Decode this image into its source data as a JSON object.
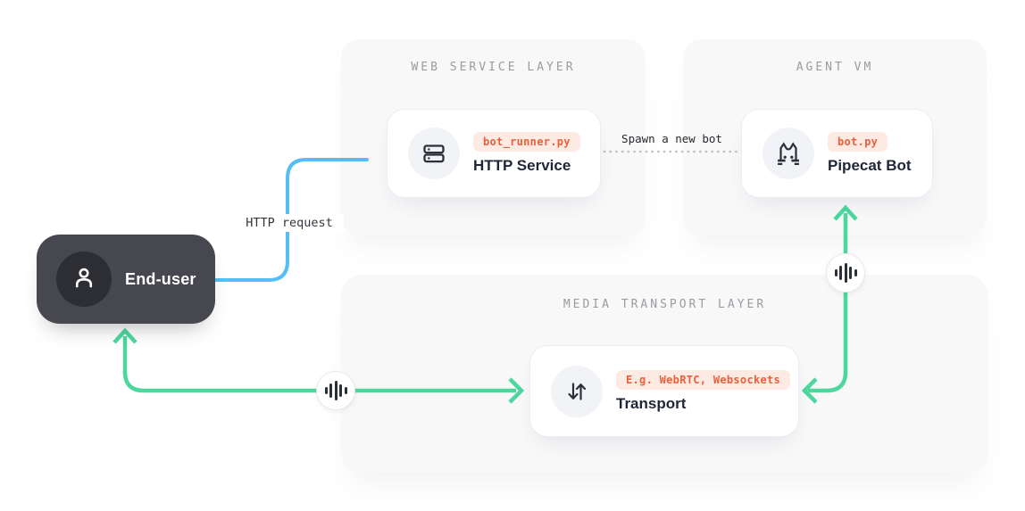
{
  "colors": {
    "accent_blue": "#56bef7",
    "accent_green": "#4cd79e",
    "badge_bg": "#fdeae2",
    "badge_text": "#e8603c",
    "end_user_bg": "#47474f",
    "layer_bg": "#f8f8f9",
    "layer_title_gray": "#9b9ba1",
    "card_title": "#1f2737"
  },
  "layers": {
    "web_service": {
      "title": "WEB SERVICE LAYER"
    },
    "agent_vm": {
      "title": "AGENT VM"
    },
    "media_transport": {
      "title": "MEDIA TRANSPORT LAYER"
    }
  },
  "nodes": {
    "end_user": {
      "label": "End-user",
      "icon": "user-icon"
    },
    "http_service": {
      "title": "HTTP Service",
      "badge": "bot_runner.py",
      "icon": "server-icon"
    },
    "pipecat_bot": {
      "title": "Pipecat Bot",
      "badge": "bot.py",
      "icon": "pipecat-cat-icon"
    },
    "transport": {
      "title": "Transport",
      "badge": "E.g. WebRTC, Websockets",
      "icon": "transport-arrows-icon"
    }
  },
  "edges": {
    "http_request": {
      "label": "HTTP request",
      "style": "solid-blue",
      "from": "end_user",
      "to": "http_service"
    },
    "spawn_bot": {
      "label": "Spawn a new bot",
      "style": "dotted-gray",
      "from": "http_service",
      "to": "pipecat_bot"
    },
    "user_transport_audio": {
      "icon": "audio-waveform-icon",
      "style": "green-double-arrow",
      "between": [
        "end_user",
        "transport"
      ]
    },
    "bot_transport_audio": {
      "icon": "audio-waveform-icon",
      "style": "green-double-arrow",
      "between": [
        "transport",
        "pipecat_bot"
      ]
    }
  }
}
